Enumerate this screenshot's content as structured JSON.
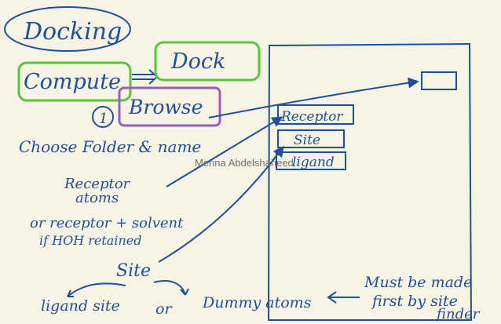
{
  "title": "Docking",
  "menu": {
    "compute": "Compute",
    "dock": "Dock",
    "browse": "Browse"
  },
  "step_marker": "1",
  "instruction": "Choose Folder & name",
  "dialog": {
    "receptor": "Receptor",
    "site": "Site",
    "ligand": "ligand"
  },
  "receptor_note": {
    "line1": "Receptor",
    "line2": "atoms",
    "line3": "or receptor + solvent",
    "line4": "if HOH retained"
  },
  "site_label": "Site",
  "site_options": {
    "ligand_site": "ligand site",
    "or": "or",
    "dummy_atoms": "Dummy atoms"
  },
  "dummy_note": {
    "line1": "Must be made",
    "line2": "first by site",
    "line3": "finder"
  },
  "watermark": "Menna Abdelshaheed",
  "colors": {
    "ink": "#1f4f9a",
    "green": "#58c43a",
    "purple": "#9b5cc0",
    "background": "#f7f4e6"
  }
}
